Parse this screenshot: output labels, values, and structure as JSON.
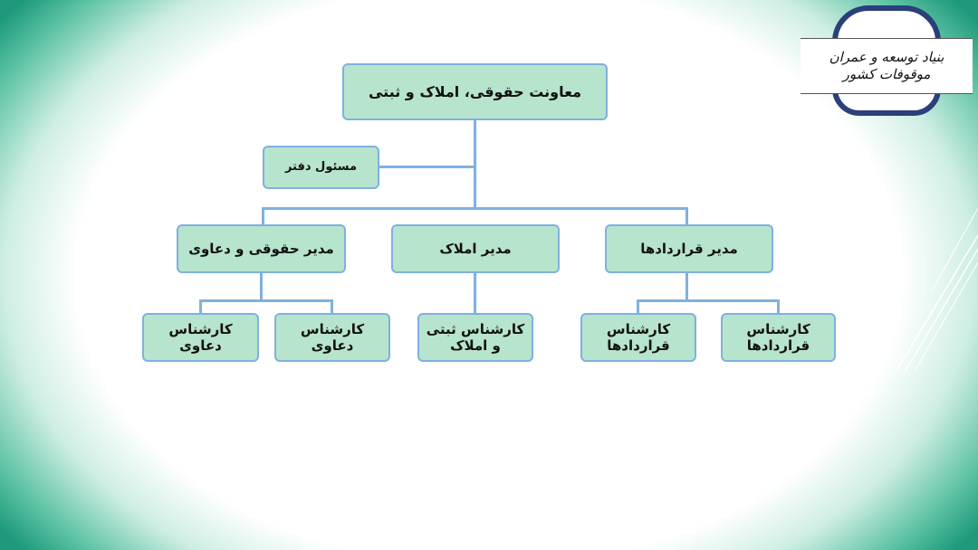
{
  "logo": {
    "line1": "بنیاد توسعه و عمران",
    "line2": "موقوفات کشور"
  },
  "chart": {
    "root": "معاونت حقوقی، املاک و ثبتی",
    "office": "مسئول دفتر",
    "managers": [
      "مدیر حقوقی و دعاوی",
      "مدیر املاک",
      "مدیر قراردادها"
    ],
    "experts": [
      "کارشناس دعاوی",
      "کارشناس دعاوی",
      "کارشناس ثبتی و املاک",
      "کارشناس قراردادها",
      "کارشناس قراردادها"
    ]
  },
  "colors": {
    "box": "#b7e4cc",
    "border": "#7fb1e0",
    "edge": "#1e9a7a"
  }
}
